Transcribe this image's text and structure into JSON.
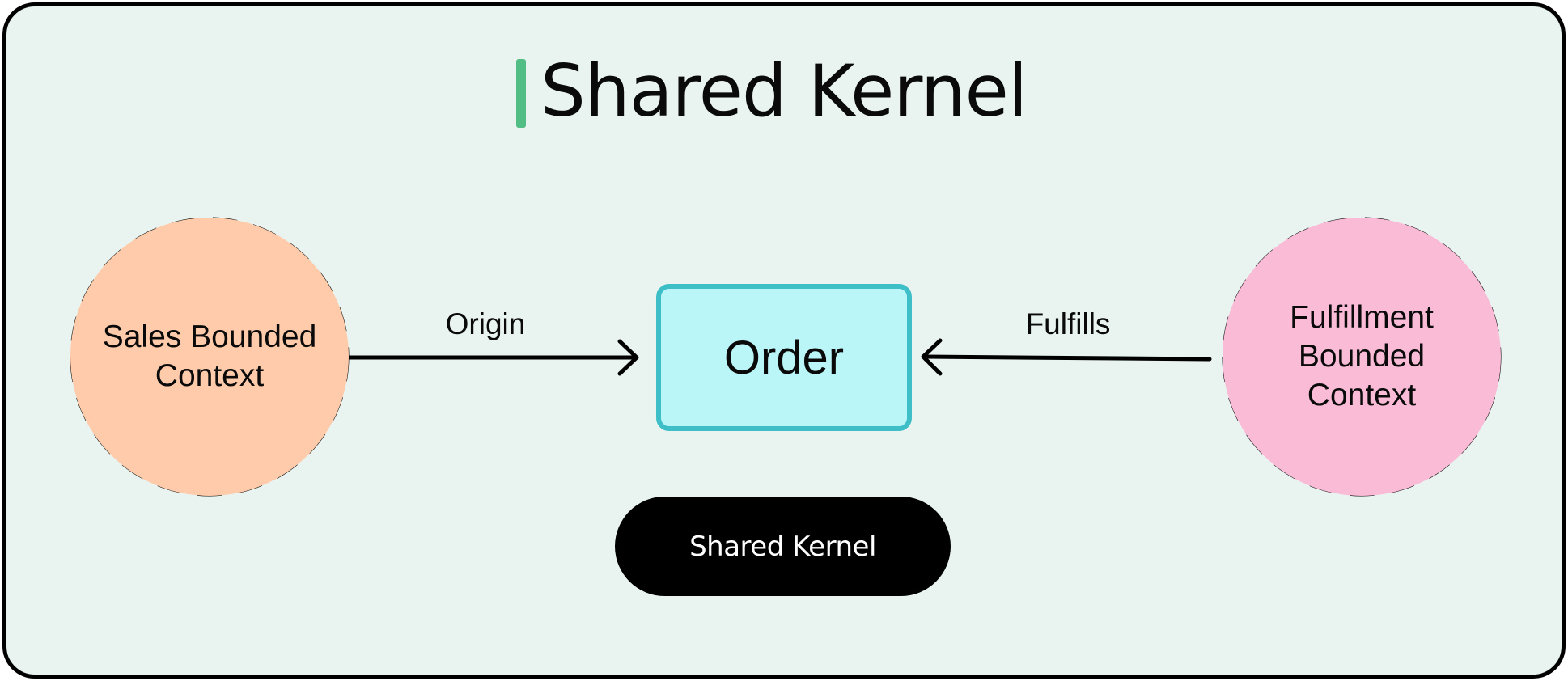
{
  "title": {
    "text": "Shared Kernel",
    "accent_color": "#52BE86"
  },
  "colors": {
    "background": "#E9F4F1",
    "frame_border": "#000000",
    "sales_fill": "#FFCBAA",
    "fulfillment_fill": "#F9BBD5",
    "order_fill": "#BAF5F8",
    "order_border": "#3EBFC7",
    "pill_fill": "#000000",
    "arrow": "#000000"
  },
  "contexts": {
    "sales": {
      "lines": [
        "Sales Bounded",
        "Context"
      ]
    },
    "fulfillment": {
      "lines": [
        "Fulfillment",
        "Bounded",
        "Context"
      ]
    }
  },
  "entity": {
    "label": "Order"
  },
  "edges": {
    "origin": {
      "label": "Origin",
      "from": "Sales Bounded Context",
      "to": "Order"
    },
    "fulfills": {
      "label": "Fulfills",
      "from": "Fulfillment Bounded Context",
      "to": "Order"
    }
  },
  "badge": {
    "label": "Shared Kernel"
  }
}
